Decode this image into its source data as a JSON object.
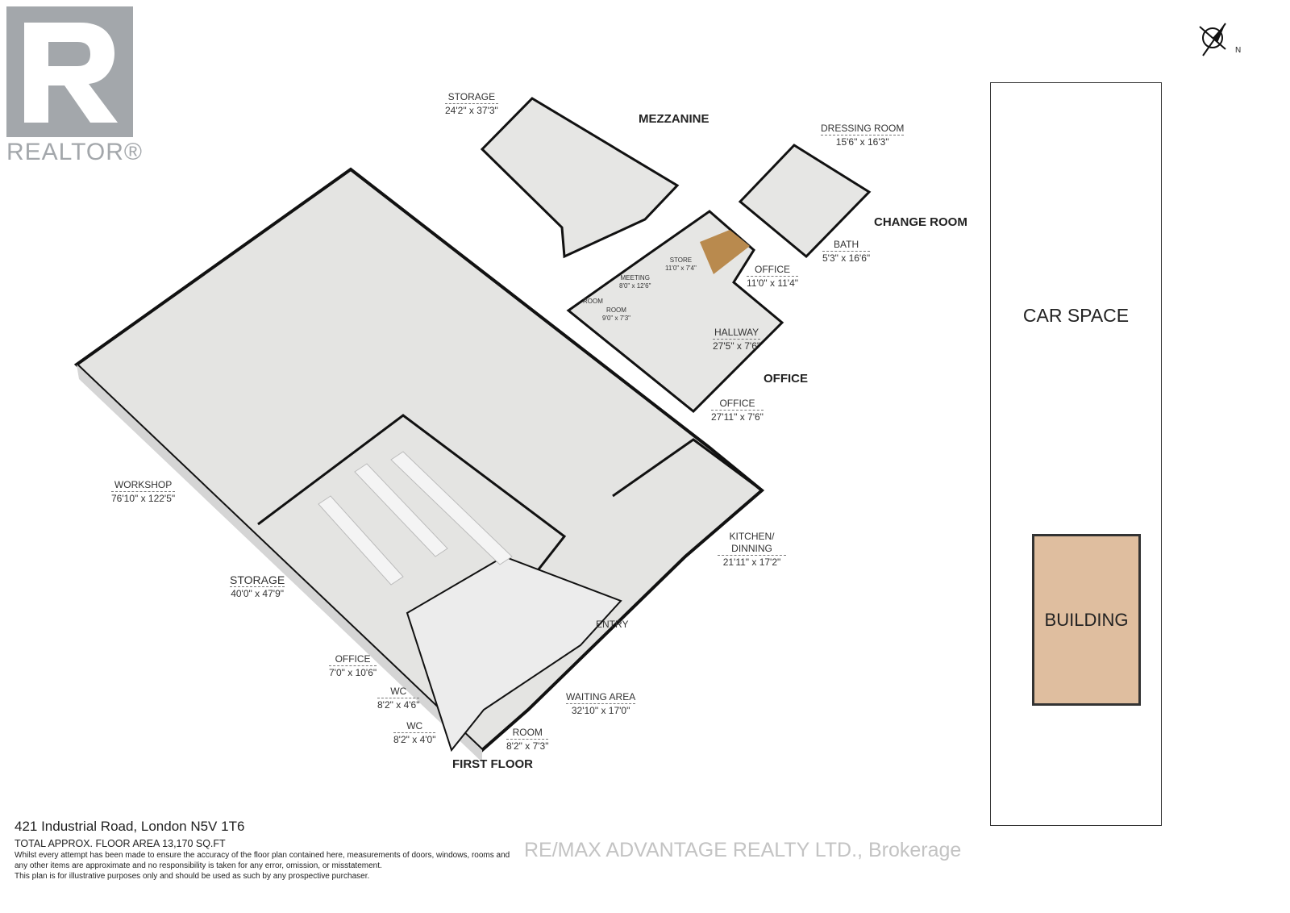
{
  "logo": {
    "text": "REALTOR®"
  },
  "compass": {
    "label": "N"
  },
  "sections": {
    "mezzanine": "MEZZANINE",
    "change_room": "CHANGE ROOM",
    "office": "OFFICE",
    "first_floor": "FIRST FLOOR"
  },
  "rooms": [
    {
      "name": "STORAGE",
      "dims": "24'2\" x 37'3\""
    },
    {
      "name": "DRESSING ROOM",
      "dims": "15'6\" x 16'3\""
    },
    {
      "name": "BATH",
      "dims": "5'3\" x 16'6\""
    },
    {
      "name": "OFFICE",
      "dims": "11'0\" x 11'4\""
    },
    {
      "name": "STORE",
      "dims": "11'0\" x 7'4\""
    },
    {
      "name": "MEETING",
      "dims": "8'0\" x 12'6\""
    },
    {
      "name": "ROOM",
      "dims": ""
    },
    {
      "name": "ROOM",
      "dims": "9'0\" x 7'3\""
    },
    {
      "name": "HALLWAY",
      "dims": "27'5\" x 7'6\""
    },
    {
      "name": "OFFICE",
      "dims": "27'11\" x 7'6\""
    },
    {
      "name": "WORKSHOP",
      "dims": "76'10\" x 122'5\""
    },
    {
      "name": "KITCHEN/ DINNING",
      "dims": "21'11\" x 17'2\""
    },
    {
      "name": "STORAGE",
      "dims": "40'0\" x 47'9\""
    },
    {
      "name": "ENTRY",
      "dims": ""
    },
    {
      "name": "OFFICE",
      "dims": "7'0\" x 10'6\""
    },
    {
      "name": "WAITING AREA",
      "dims": "32'10\" x 17'0\""
    },
    {
      "name": "WC",
      "dims": "8'2\" x 4'6\""
    },
    {
      "name": "WC",
      "dims": "8'2\" x 4'0\""
    },
    {
      "name": "ROOM",
      "dims": "8'2\" x 7'3\""
    }
  ],
  "site": {
    "car_space": "CAR SPACE",
    "building": "BUILDING",
    "colors": {
      "building": "#dfbe9f"
    }
  },
  "footer": {
    "address": "421 Industrial Road, London N5V 1T6",
    "area": "TOTAL APPROX. FLOOR AREA 13,170 SQ.FT",
    "disclaimer1": "Whilst every attempt has been made to ensure the accuracy of the floor plan contained here, measurements of doors, windows, rooms and any other items are approximate and no responsibility is taken for any error, omission, or misstatement.",
    "disclaimer2": "This plan is for illustrative purposes only and should be used as such by any prospective purchaser."
  },
  "watermark": "RE/MAX ADVANTAGE REALTY LTD., Brokerage"
}
